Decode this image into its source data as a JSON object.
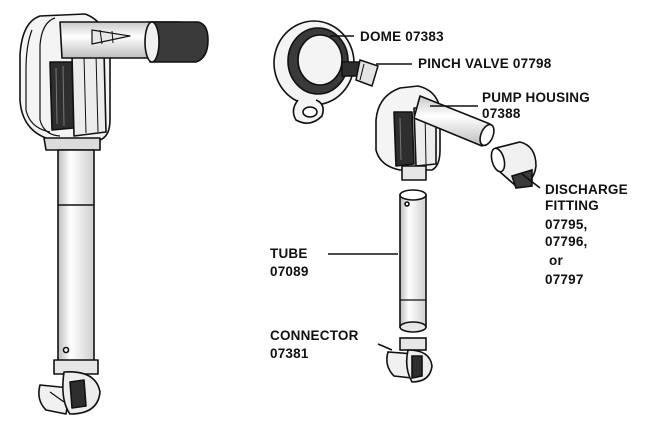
{
  "diagram": {
    "labels": {
      "dome": "DOME 07383",
      "pinch_valve": "PINCH VALVE 07798",
      "pump_housing_name": "PUMP HOUSING",
      "pump_housing_number": "07388",
      "discharge_line1": "DISCHARGE",
      "discharge_line2": "FITTING",
      "discharge_part1": "07795,",
      "discharge_part2": "07796,",
      "discharge_or": "or",
      "discharge_part3": "07797",
      "tube_name": "TUBE",
      "tube_number": "07089",
      "connector_name": "CONNECTOR",
      "connector_number": "07381"
    },
    "colors": {
      "outline": "#111111",
      "light_fill": "#f2f2f2",
      "dark_fill": "#3a3a3a",
      "mid_fill": "#9a9a9a"
    }
  }
}
